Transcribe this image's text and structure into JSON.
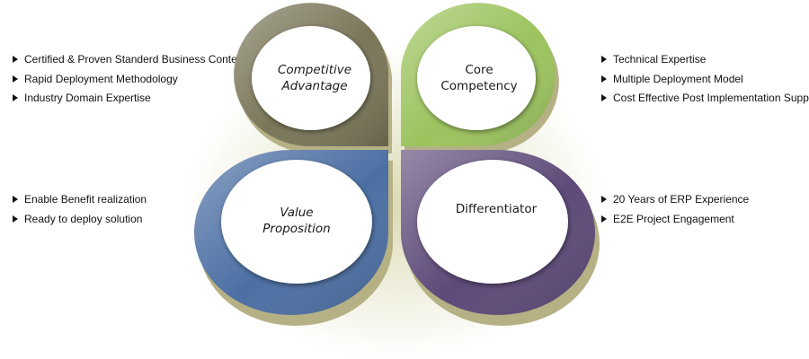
{
  "quadrants": {
    "top_left": {
      "title_lines": [
        "Competitive",
        "Advantage"
      ],
      "color": "#7a7659",
      "bullets": [
        "Certified & Proven Standerd Business Content",
        "Rapid Deployment Methodology",
        "Industry Domain Expertise"
      ]
    },
    "top_right": {
      "title_lines": [
        "Core",
        "Competency"
      ],
      "color": "#9cc35e",
      "bullets": [
        "Technical Expertise",
        "Multiple Deployment Model",
        "Cost Effective Post Implementation Support"
      ]
    },
    "bottom_left": {
      "title_lines": [
        "Value",
        "Proposition"
      ],
      "color": "#4c6fa3",
      "bullets": [
        "Enable Benefit realization",
        "Ready to deploy solution"
      ]
    },
    "bottom_right": {
      "title_lines": [
        "Differentiator"
      ],
      "color": "#5d4a78",
      "bullets": [
        "20 Years of ERP Experience",
        "E2E Project Engagement"
      ]
    }
  },
  "icons": {
    "bullet": "bullet-arrow-icon"
  },
  "colors": {
    "base_shadow": "#b8b586",
    "circle_fill": "#ffffff"
  }
}
